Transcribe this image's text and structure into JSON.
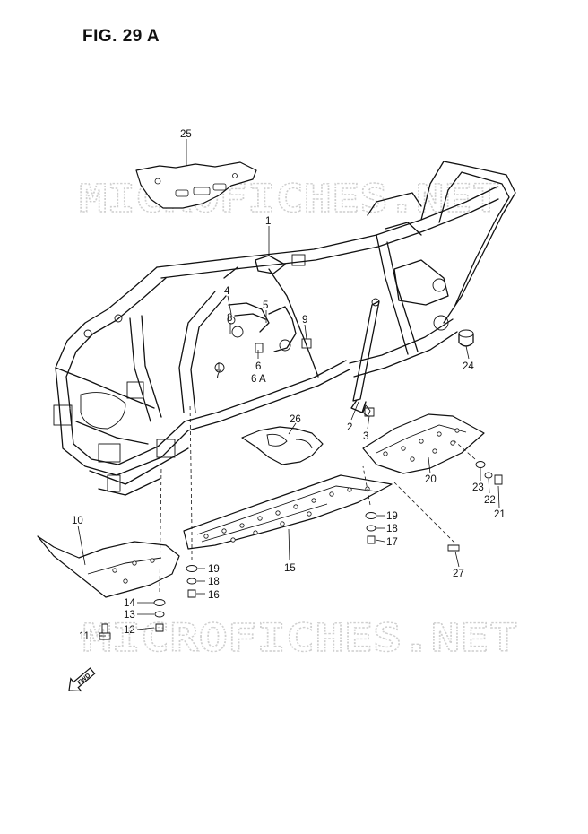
{
  "figure": {
    "title": "FIG. 29 A"
  },
  "watermark": {
    "text_top": "MICROFICHES.NET",
    "text_bottom": "MICROFICHES.NET"
  },
  "direction_marker": {
    "label": "FWD"
  },
  "parts": [
    {
      "ref": "1"
    },
    {
      "ref": "2"
    },
    {
      "ref": "3"
    },
    {
      "ref": "4"
    },
    {
      "ref": "5"
    },
    {
      "ref": "6"
    },
    {
      "ref": "6 A"
    },
    {
      "ref": "7"
    },
    {
      "ref": "8"
    },
    {
      "ref": "9"
    },
    {
      "ref": "10"
    },
    {
      "ref": "11"
    },
    {
      "ref": "12"
    },
    {
      "ref": "13"
    },
    {
      "ref": "14"
    },
    {
      "ref": "15"
    },
    {
      "ref": "16"
    },
    {
      "ref": "17"
    },
    {
      "ref": "18"
    },
    {
      "ref": "18"
    },
    {
      "ref": "19"
    },
    {
      "ref": "19"
    },
    {
      "ref": "20"
    },
    {
      "ref": "21"
    },
    {
      "ref": "22"
    },
    {
      "ref": "23"
    },
    {
      "ref": "24"
    },
    {
      "ref": "25"
    },
    {
      "ref": "26"
    },
    {
      "ref": "27"
    }
  ],
  "colors": {
    "line": "#111111",
    "watermark": "#cfcfcf",
    "background": "#ffffff"
  }
}
